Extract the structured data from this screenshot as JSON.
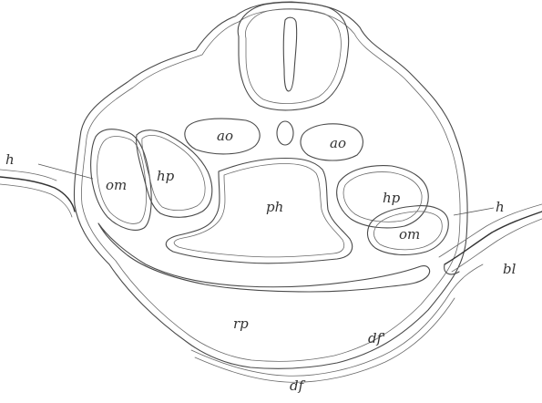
{
  "labels": {
    "h_left": "h",
    "om_left": "om",
    "hp_left": "hp",
    "ao_left": "ao",
    "ao_right": "ao",
    "ph": "ph",
    "hp_right": "hp",
    "om_right": "om",
    "h_right": "h",
    "bl": "bl",
    "rp": "rp",
    "df_prime": "df'",
    "df": "df"
  }
}
